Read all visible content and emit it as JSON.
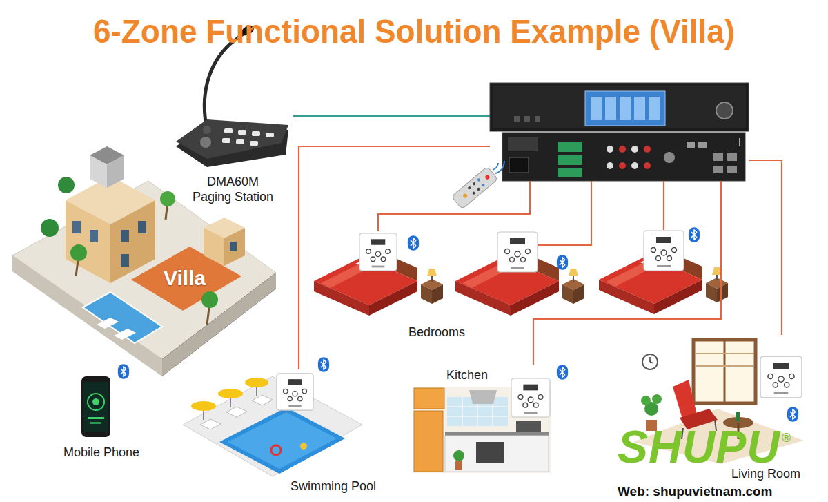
{
  "diagram": {
    "title": "6-Zone Functional Solution Example (Villa)",
    "nodes": [
      {
        "text": [
          "DMA60M Paging Station"
        ]
      },
      {
        "text": []
      },
      {
        "text": [
          "Bedrooms"
        ]
      },
      {
        "text": [],
        "in": 2
      },
      {
        "text": [],
        "in": 2
      },
      {
        "text": [],
        "in": 2
      },
      {
        "text": [
          "Swimming Pool"
        ]
      },
      {
        "text": [
          "Kitchen"
        ]
      },
      {
        "text": [
          "Living Room"
        ]
      }
    ],
    "edges": [
      {
        "from": 0,
        "to": 1,
        "arrow": "none"
      },
      {
        "from": 1,
        "to": 3,
        "arrow": "none"
      },
      {
        "from": 1,
        "to": 4,
        "arrow": "none"
      },
      {
        "from": 1,
        "to": 5,
        "arrow": "none"
      },
      {
        "from": 1,
        "to": 6,
        "arrow": "none"
      },
      {
        "from": 1,
        "to": 7,
        "arrow": "none"
      },
      {
        "from": 1,
        "to": 8,
        "arrow": "none"
      }
    ],
    "labels": [
      "Villa",
      "Mobile Phone",
      "SHUPU",
      "®",
      "Web: shupuvietnam.com"
    ]
  }
}
